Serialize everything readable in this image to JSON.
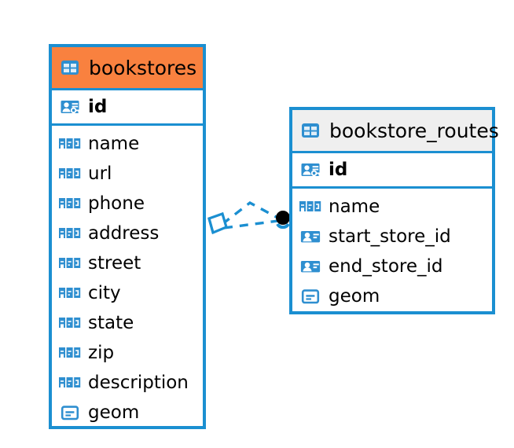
{
  "diagram": {
    "type": "entity-relationship-diagram",
    "colors": {
      "border": "#1b8fd1",
      "icon_blue": "#2f8fd0",
      "header_selected": "#f9813f",
      "header_plain": "#efefef",
      "relationship_line": "#1b8fd1",
      "relationship_endpoint": "#000000",
      "background": "#ffffff"
    },
    "entities": [
      {
        "name": "bookstores",
        "header_state": "selected",
        "icon": "table-icon",
        "primary_key": {
          "label": "id",
          "icon": "primary-key-icon"
        },
        "fields": [
          {
            "label": "name",
            "icon": "text-abc-icon"
          },
          {
            "label": "url",
            "icon": "text-abc-icon"
          },
          {
            "label": "phone",
            "icon": "text-abc-icon"
          },
          {
            "label": "address",
            "icon": "text-abc-icon"
          },
          {
            "label": "street",
            "icon": "text-abc-icon"
          },
          {
            "label": "city",
            "icon": "text-abc-icon"
          },
          {
            "label": "state",
            "icon": "text-abc-icon"
          },
          {
            "label": "zip",
            "icon": "text-abc-icon"
          },
          {
            "label": "description",
            "icon": "text-abc-icon"
          },
          {
            "label": "geom",
            "icon": "geometry-icon"
          }
        ]
      },
      {
        "name": "bookstore_routes",
        "header_state": "plain",
        "icon": "table-icon",
        "primary_key": {
          "label": "id",
          "icon": "primary-key-icon"
        },
        "fields": [
          {
            "label": "name",
            "icon": "text-abc-icon"
          },
          {
            "label": "start_store_id",
            "icon": "foreign-key-icon"
          },
          {
            "label": "end_store_id",
            "icon": "foreign-key-icon"
          },
          {
            "label": "geom",
            "icon": "geometry-icon"
          }
        ]
      }
    ],
    "relationship": {
      "from_entity": "bookstores",
      "to_entity": "bookstore_routes",
      "line_style": "dashed",
      "source_marker": "hollow-diamond",
      "target_marker": "filled-circle"
    }
  }
}
